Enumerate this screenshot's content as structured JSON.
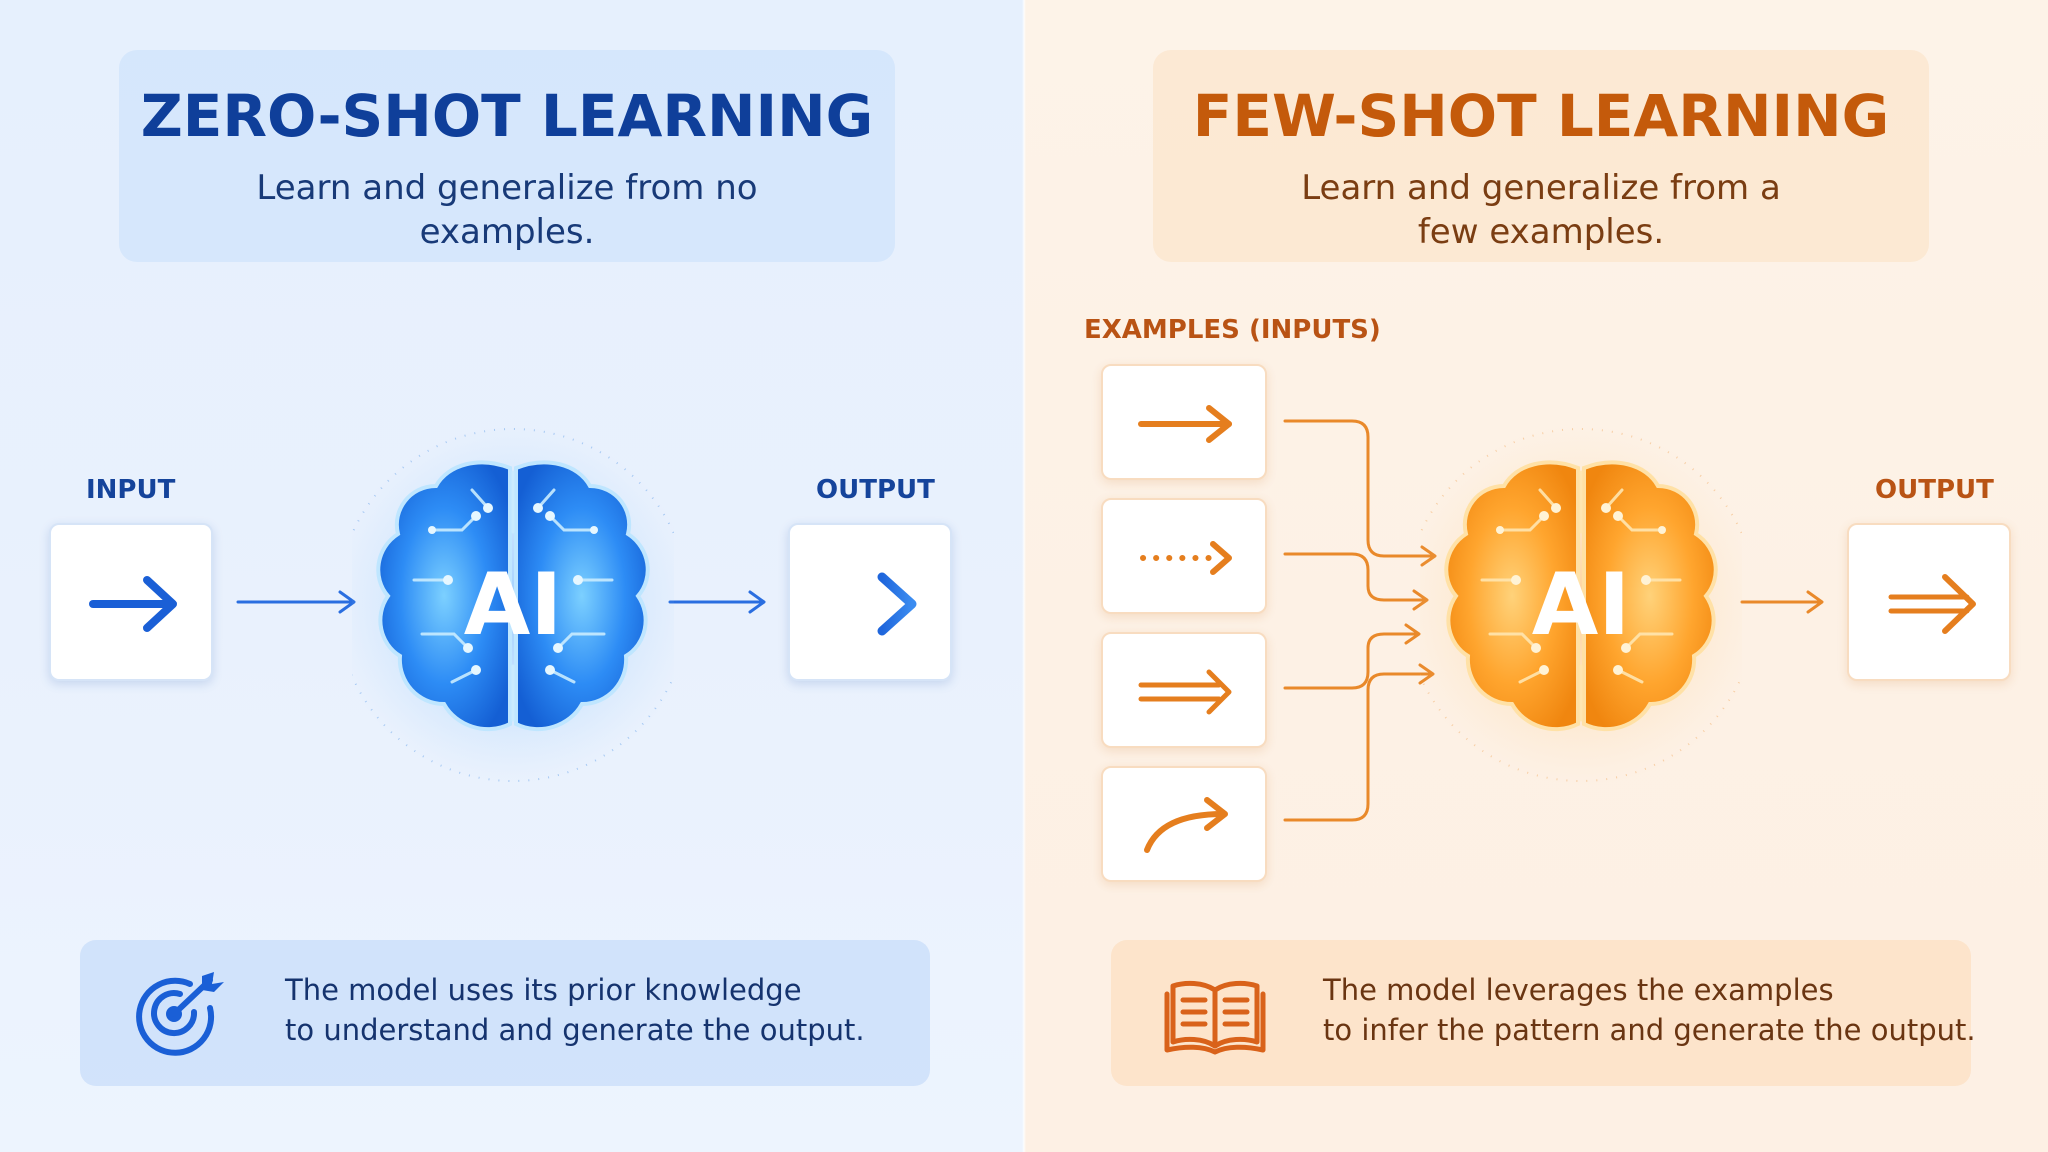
{
  "zero_shot": {
    "title": "ZERO-SHOT LEARNING",
    "subtitle": "Learn and generalize from no examples.",
    "input_label": "INPUT",
    "output_label": "OUTPUT",
    "brain_text": "AI",
    "description_line1": "The model uses its prior knowledge",
    "description_line2": "to understand and generate the output.",
    "accent_color": "#1a5fd6",
    "icon": "target-icon"
  },
  "few_shot": {
    "title": "FEW-SHOT LEARNING",
    "subtitle": "Learn and generalize from a few examples.",
    "examples_label": "EXAMPLES (INPUTS)",
    "output_label": "OUTPUT",
    "brain_text": "AI",
    "description_line1": "The model leverages the examples",
    "description_line2": "to infer the pattern and generate the output.",
    "accent_color": "#e57e1e",
    "icon": "open-book-icon",
    "example_arrow_types": [
      "solid-arrow",
      "dotted-arrow",
      "double-arrow",
      "curved-arrow"
    ]
  }
}
